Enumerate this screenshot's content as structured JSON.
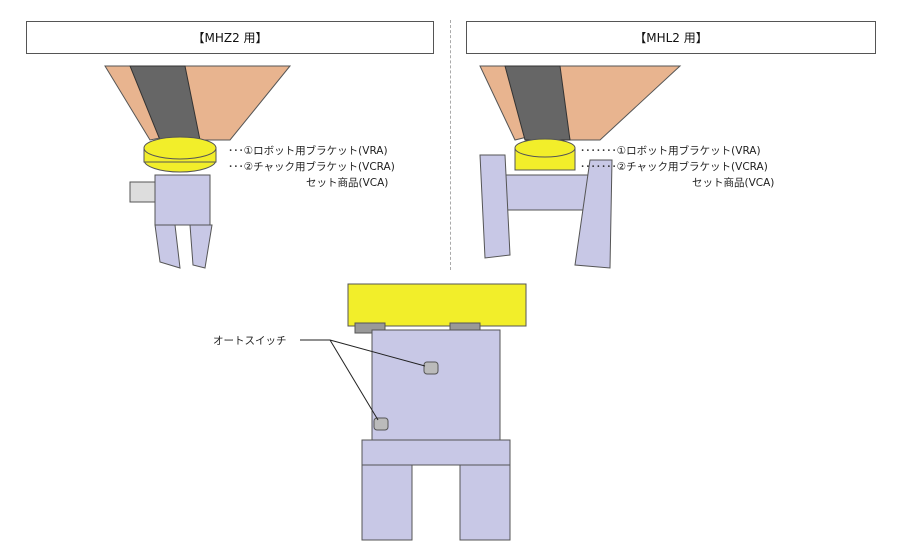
{
  "left": {
    "title": "【MHZ2 用】",
    "line1": "･･･①ロボット用ブラケット(VRA)",
    "line2": "･･･②チャック用ブラケット(VCRA)",
    "line3": "セット商品(VCA)"
  },
  "right": {
    "title": "【MHL2 用】",
    "line1": "･･･････①ロボット用ブラケット(VRA)",
    "line2": "･･･････②チャック用ブラケット(VCRA)",
    "line3": "セット商品(VCA)"
  },
  "bottom": {
    "callout": "オートスイッチ"
  },
  "colors": {
    "bracket": "#f2ee2a",
    "arm": "#e8b48f",
    "gripper": "#c8c8e6",
    "dark": "#555"
  }
}
